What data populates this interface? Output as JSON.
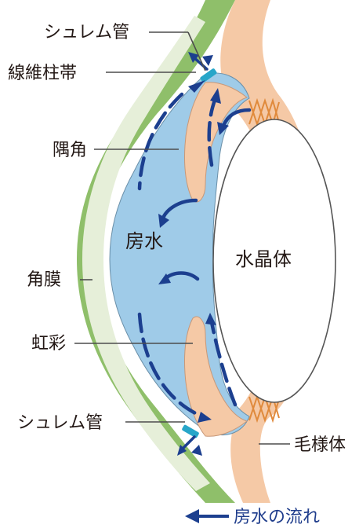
{
  "labels": {
    "schlemm_top": "シュレム管",
    "trabecular": "線維柱帯",
    "angle": "隅角",
    "aqueous": "房水",
    "lens": "水晶体",
    "cornea": "角膜",
    "iris": "虹彩",
    "schlemm_bottom": "シュレム管",
    "ciliary": "毛様体"
  },
  "legend": {
    "text": "房水の流れ"
  },
  "colors": {
    "aqueous_fill": "#9fcbe8",
    "cornea_outer": "#8fbf6a",
    "cornea_inner": "#e6efd9",
    "tissue": "#f5c9a6",
    "lens": "#ffffff",
    "flow_arrow": "#1c3f8f",
    "zonule": "#e08a3c",
    "schlemm_canal": "#27a6c9"
  }
}
